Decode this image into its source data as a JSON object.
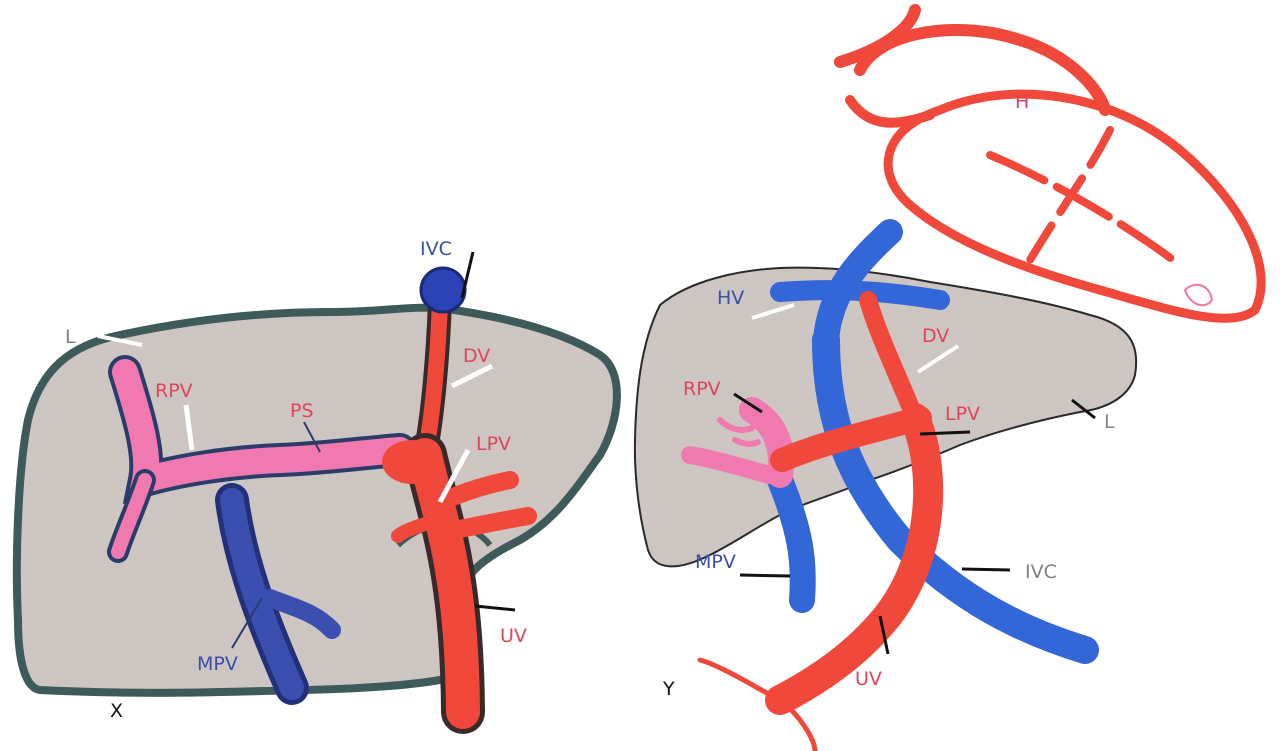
{
  "figure": {
    "panels": [
      {
        "id": "X",
        "panel_label": "X",
        "labels": {
          "ivc": "IVC",
          "l": "L",
          "dv": "DV",
          "rpv": "RPV",
          "ps": "PS",
          "lpv": "LPV",
          "mpv": "MPV",
          "uv": "UV"
        }
      },
      {
        "id": "Y",
        "panel_label": "Y",
        "labels": {
          "h": "H",
          "hv": "HV",
          "dv": "DV",
          "rpv": "RPV",
          "lpv": "LPV",
          "l": "L",
          "mpv": "MPV",
          "ivc": "IVC",
          "uv": "UV"
        }
      }
    ],
    "colors": {
      "liver_fill": "#cdc5c1",
      "liver_outline": "#3f5a5a",
      "vein_red": "#f0483a",
      "vein_blue": "#3366d6",
      "portal_sinus_pink": "#f07ab0",
      "label_red": "#e0445c",
      "label_blue": "#3a4fa8",
      "label_gray": "#808080"
    }
  }
}
